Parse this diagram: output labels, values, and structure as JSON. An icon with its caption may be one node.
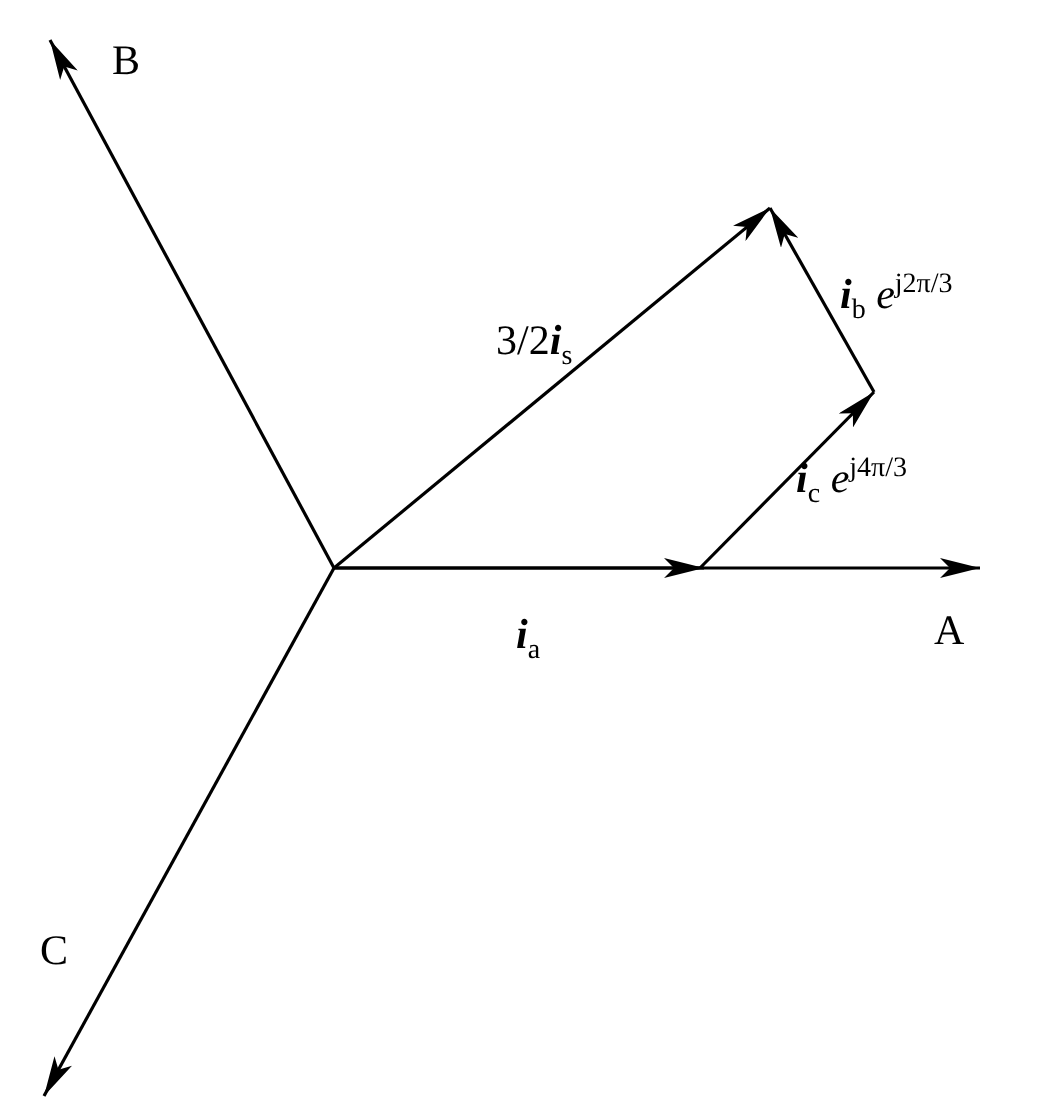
{
  "diagram": {
    "labels": [
      "B",
      "3/2**i**$_{s}$",
      "**i**$_{b}$ *e*$^{j2π/3}$",
      "**i**$_{c}$ *e*$^{j4π/3}$",
      "**i**$_{a}$",
      "A",
      "C"
    ]
  }
}
